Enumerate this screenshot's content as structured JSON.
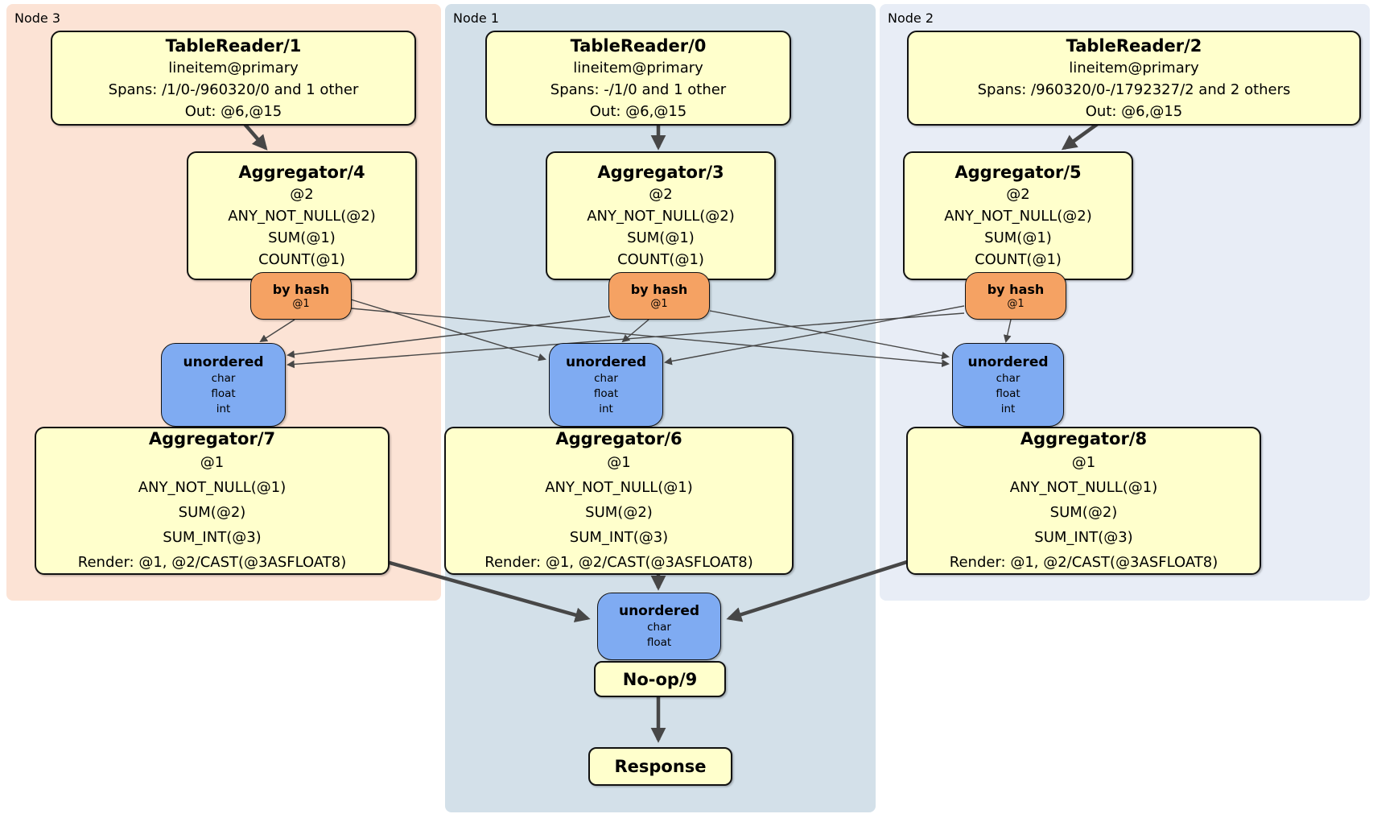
{
  "regions": {
    "node3": {
      "label": "Node 3",
      "bg": "#fce3d5"
    },
    "node1": {
      "label": "Node 1",
      "bg": "#d3e0e9"
    },
    "node2": {
      "label": "Node 2",
      "bg": "#e8edf6"
    }
  },
  "processors": {
    "tr1": {
      "title": "TableReader/1",
      "lines": [
        "lineitem@primary",
        "Spans: /1/0-/960320/0 and 1 other",
        "Out: @6,@15"
      ]
    },
    "tr0": {
      "title": "TableReader/0",
      "lines": [
        "lineitem@primary",
        "Spans: -/1/0 and 1 other",
        "Out: @6,@15"
      ]
    },
    "tr2": {
      "title": "TableReader/2",
      "lines": [
        "lineitem@primary",
        "Spans: /960320/0-/1792327/2 and 2 others",
        "Out: @6,@15"
      ]
    },
    "agg4": {
      "title": "Aggregator/4",
      "lines": [
        "@2",
        "ANY_NOT_NULL(@2)",
        "SUM(@1)",
        "COUNT(@1)"
      ]
    },
    "agg3": {
      "title": "Aggregator/3",
      "lines": [
        "@2",
        "ANY_NOT_NULL(@2)",
        "SUM(@1)",
        "COUNT(@1)"
      ]
    },
    "agg5": {
      "title": "Aggregator/5",
      "lines": [
        "@2",
        "ANY_NOT_NULL(@2)",
        "SUM(@1)",
        "COUNT(@1)"
      ]
    },
    "agg7": {
      "title": "Aggregator/7",
      "lines": [
        "@1",
        "ANY_NOT_NULL(@1)",
        "SUM(@2)",
        "SUM_INT(@3)",
        "Render: @1, @2/CAST(@3ASFLOAT8)"
      ]
    },
    "agg6": {
      "title": "Aggregator/6",
      "lines": [
        "@1",
        "ANY_NOT_NULL(@1)",
        "SUM(@2)",
        "SUM_INT(@3)",
        "Render: @1, @2/CAST(@3ASFLOAT8)"
      ]
    },
    "agg8": {
      "title": "Aggregator/8",
      "lines": [
        "@1",
        "ANY_NOT_NULL(@1)",
        "SUM(@2)",
        "SUM_INT(@3)",
        "Render: @1, @2/CAST(@3ASFLOAT8)"
      ]
    },
    "noop": {
      "title": "No-op/9"
    },
    "response": {
      "title": "Response"
    }
  },
  "routers": {
    "hash4": {
      "title": "by hash",
      "detail": "@1"
    },
    "hash3": {
      "title": "by hash",
      "detail": "@1"
    },
    "hash5": {
      "title": "by hash",
      "detail": "@1"
    }
  },
  "syncs": {
    "left": {
      "title": "unordered",
      "items": [
        "char",
        "float",
        "int"
      ]
    },
    "mid": {
      "title": "unordered",
      "items": [
        "char",
        "float",
        "int"
      ]
    },
    "right": {
      "title": "unordered",
      "items": [
        "char",
        "float",
        "int"
      ]
    },
    "final": {
      "title": "unordered",
      "items": [
        "char",
        "float"
      ]
    }
  },
  "colors": {
    "processor_bg": "#ffffcc",
    "router_bg": "#f5a263",
    "sync_bg": "#7fabf2",
    "edge": "#474747",
    "border": "#111111"
  }
}
